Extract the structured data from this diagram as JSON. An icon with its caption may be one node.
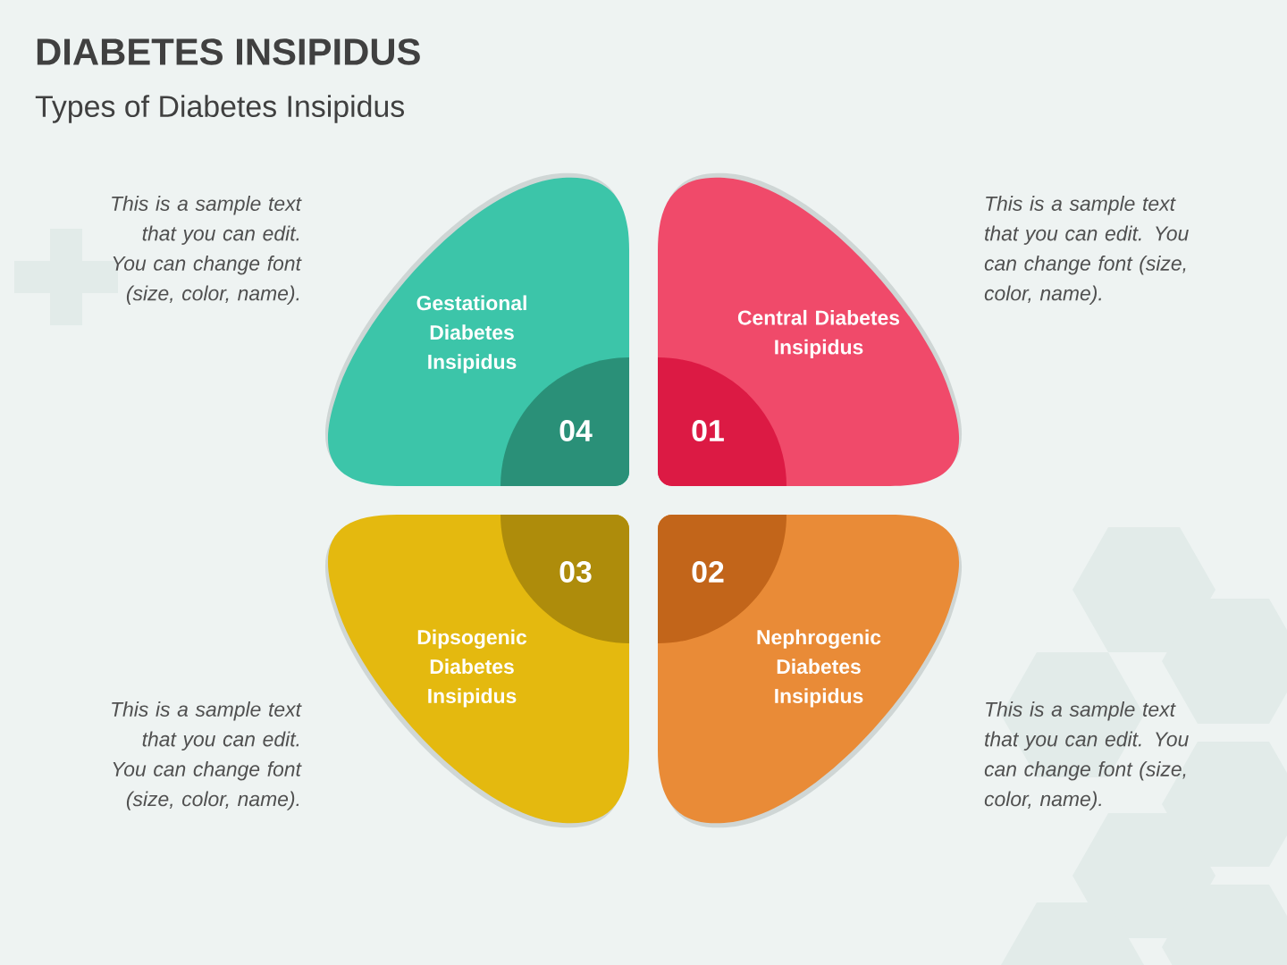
{
  "diagram": {
    "title": "DIABETES INSIPIDUS",
    "nodes": [
      {
        "text": [
          "Gestational Diabetes Insipidus"
        ],
        "beside": [
          "This is a sample text that you can edit. You can change font (size, color, name)."
        ]
      },
      {
        "text": [
          "Central Diabetes Insipidus"
        ],
        "beside": [
          "This is a sample text that you can edit. You can change font (size, color, name)."
        ]
      },
      {
        "text": [
          "Dipsogenic Diabetes Insipidus"
        ],
        "beside": [
          "This is a sample text that you can edit. You can change font (size, color, name)."
        ]
      },
      {
        "text": [
          "Nephrogenic Diabetes Insipidus"
        ],
        "beside": [
          "This is a sample text that you can edit. You can change font (size, color, name)."
        ]
      },
      {
        "text": [
          "04"
        ],
        "in": 0
      },
      {
        "text": [
          "01"
        ],
        "in": 1
      },
      {
        "text": [
          "03"
        ],
        "in": 2
      },
      {
        "text": [
          "02"
        ],
        "in": 3
      }
    ],
    "labels": [
      "Types of Diabetes Insipidus"
    ]
  }
}
